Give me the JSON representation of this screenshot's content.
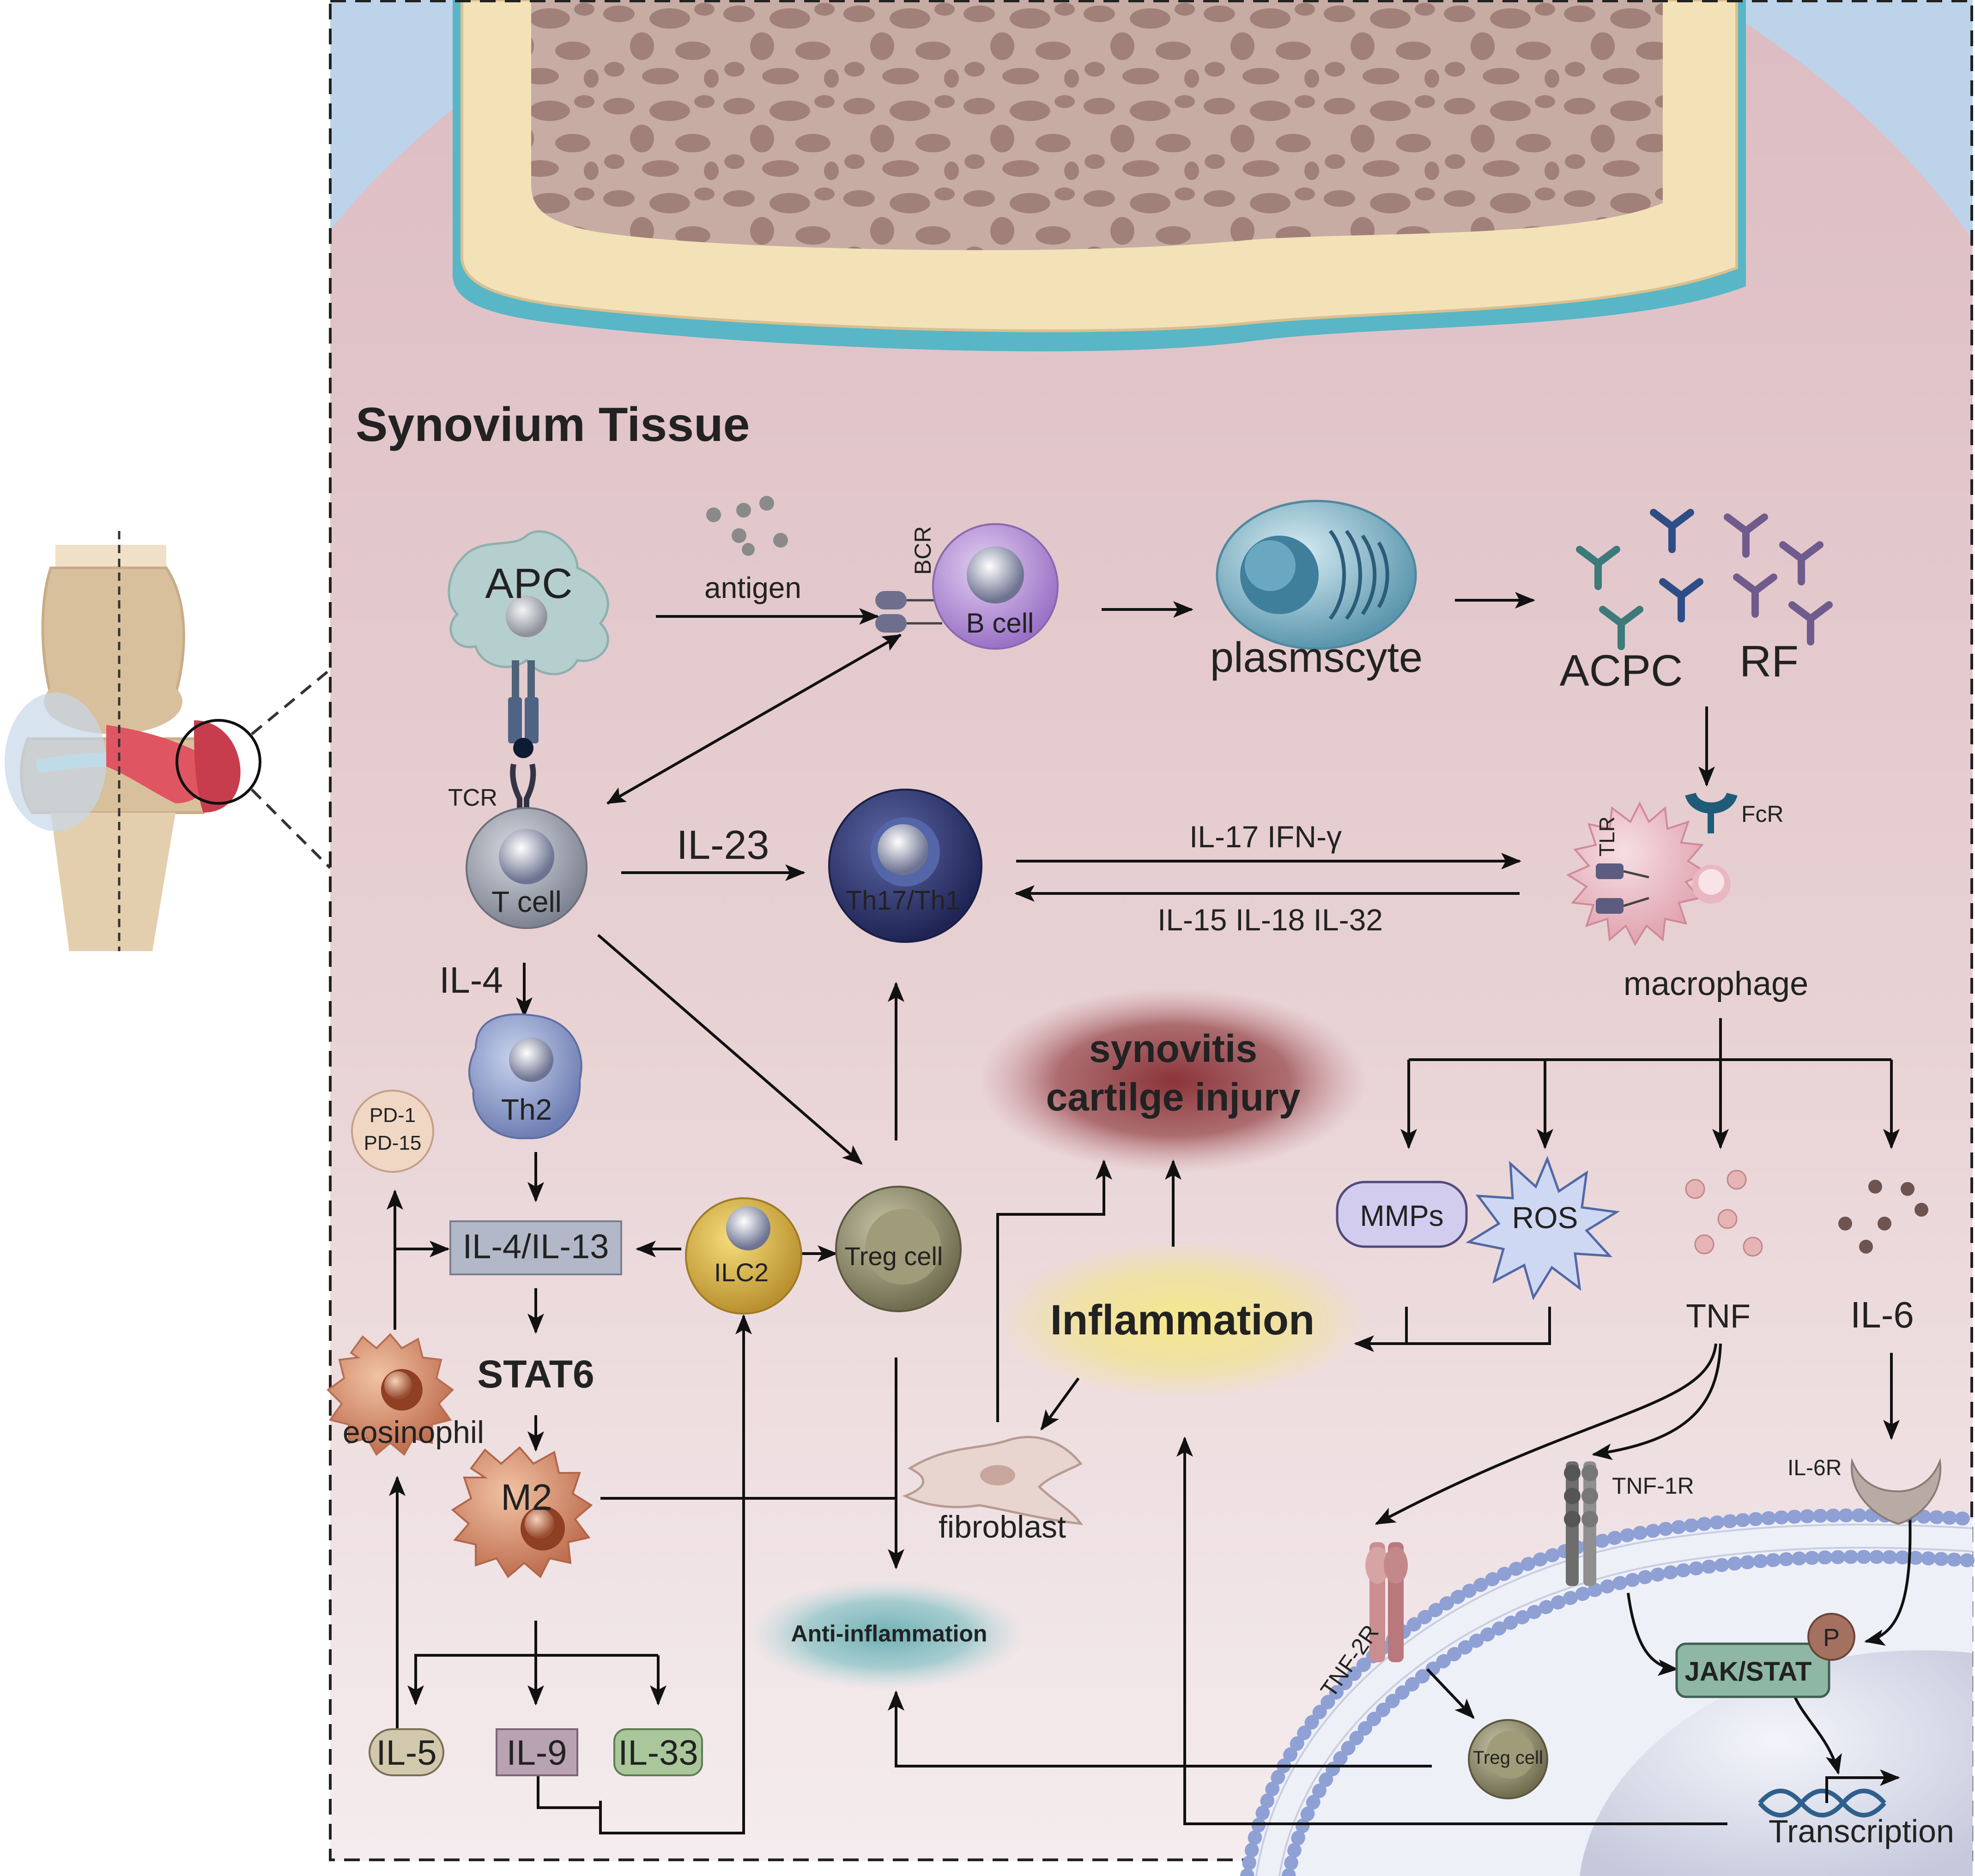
{
  "panel_title": "Synovium Tissue",
  "cells": {
    "apc": "APC",
    "b_cell": "B cell",
    "plasma": "plasmscyte",
    "t_cell": "T cell",
    "th17": "Th17/Th1",
    "macrophage": "macrophage",
    "th2": "Th2",
    "ilc2": "ILC2",
    "treg": "Treg  cell",
    "treg_small": "Treg  cell",
    "eosinophil": "eosinophil",
    "m2": "M2",
    "fibroblast": "fibroblast"
  },
  "receptors": {
    "bcr": "BCR",
    "tcr": "TCR",
    "tlr": "TLR",
    "fcr": "FcR",
    "tnf1r": "TNF-1R",
    "tnf2r": "TNF-2R",
    "il6r": "IL-6R"
  },
  "labels": {
    "antigen": "antigen",
    "acpc": "ACPC",
    "rf": "RF",
    "il23": "IL-23",
    "il17_ifn": "IL-17   IFN-γ",
    "il15_18_32": "IL-15  IL-18   IL-32",
    "il4": "IL-4",
    "pd1": "PD-1",
    "pd15": "PD-15",
    "il4_il13": "IL-4/IL-13",
    "stat6": "STAT6",
    "il5": "IL-5",
    "il9": "IL-9",
    "il33": "IL-33",
    "synovitis_1": "synovitis",
    "synovitis_2": "cartilge injury",
    "inflammation": "Inflammation",
    "anti_inflammation": "Anti-inflammation",
    "mmps": "MMPs",
    "ros": "ROS",
    "tnf": "TNF",
    "il6": "IL-6",
    "jak_stat": "JAK/STAT",
    "p": "P",
    "transcription": "Transcription"
  },
  "colors": {
    "tissue_bg": "#e8d2d4",
    "bone": "#b69a92",
    "cartilage": "#f3e1b8",
    "blue_layer": "#58b6c6",
    "inflammation_glow": "#f3e69a",
    "synovitis_glow": "#8d3d41",
    "anti_glow": "#8ec2c6"
  }
}
